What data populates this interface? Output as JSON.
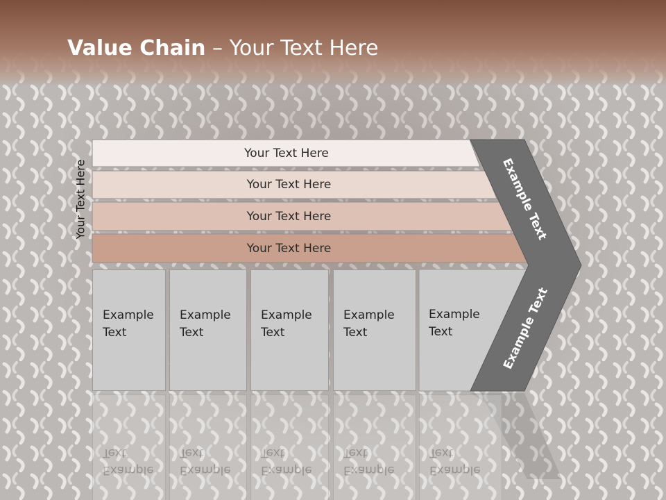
{
  "title": {
    "bold": "Value Chain",
    "rest": " – Your Text Here"
  },
  "side_label": "Your Text Here",
  "rows": [
    {
      "label": "Your Text Here",
      "color": "#f3ecea"
    },
    {
      "label": "Your Text Here",
      "color": "#ead9d0"
    },
    {
      "label": "Your Text Here",
      "color": "#dcc1b4"
    },
    {
      "label": "Your Text Here",
      "color": "#c9a08e"
    }
  ],
  "boxes": [
    {
      "line1": "Example",
      "line2": "Text"
    },
    {
      "line1": "Example",
      "line2": "Text"
    },
    {
      "line1": "Example",
      "line2": "Text"
    },
    {
      "line1": "Example",
      "line2": "Text"
    },
    {
      "line1": "Example",
      "line2": "Text"
    }
  ],
  "chevron": {
    "upper_label": "Example Text",
    "lower_label": "Example Text",
    "color": "#6f6f6f"
  },
  "colors": {
    "title_bar": "#8c5f4b",
    "box_fill": "#cbcbcb"
  }
}
